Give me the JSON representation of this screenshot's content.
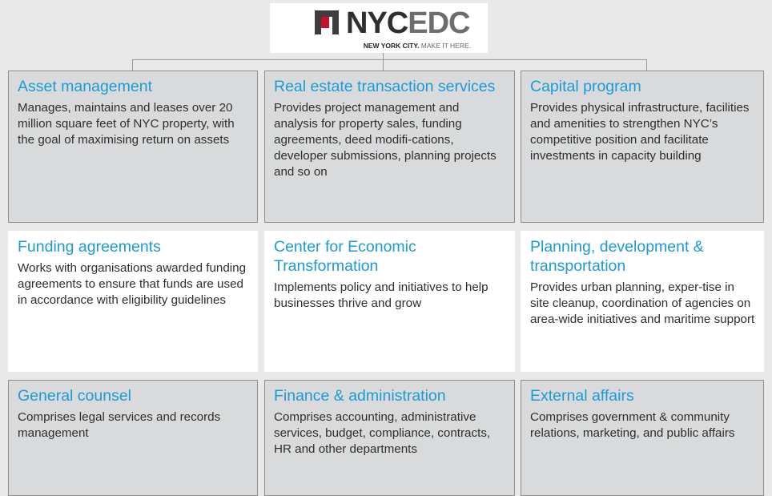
{
  "logo": {
    "word_primary": "NYC",
    "word_secondary": "EDC",
    "tagline_strong": "NEW YORK CITY.",
    "tagline_light": " MAKE IT HERE."
  },
  "colors": {
    "heading": "#1d9ad6",
    "grey_card": "#d9dadb",
    "white_card": "#ffffff",
    "logo_red": "#c8102e"
  },
  "cards": [
    {
      "title": "Asset management",
      "body": "Manages, maintains and leases over 20 million square feet of NYC property, with the goal of maximising return on assets"
    },
    {
      "title": "Real estate transaction services",
      "body": "Provides project management and analysis for property sales, funding agreements, deed modifi-cations, developer submissions, planning projects and so on"
    },
    {
      "title": "Capital program",
      "body": "Provides physical infrastructure, facilities and amenities to strengthen NYC’s competitive position and facilitate investments in capacity building"
    },
    {
      "title": "Funding agreements",
      "body": "Works with organisations awarded funding agreements to ensure that funds are used in accordance with eligibility guidelines"
    },
    {
      "title": "Center for Economic Transformation",
      "body": "Implements policy and initiatives to help businesses thrive and grow"
    },
    {
      "title": "Planning, development & transportation",
      "body": "Provides urban planning, exper-tise in site cleanup, coordination of agencies on area-wide initiatives and maritime support"
    },
    {
      "title": "General counsel",
      "body": "Comprises legal services and records management"
    },
    {
      "title": "Finance & administration",
      "body": "Comprises accounting, administrative services, budget, compliance, contracts, HR and other departments"
    },
    {
      "title": "External affairs",
      "body": "Comprises government & community relations, marketing, and public affairs"
    }
  ]
}
